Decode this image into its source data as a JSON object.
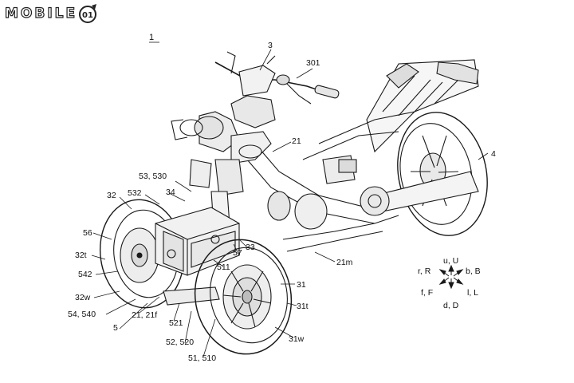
{
  "logo": {
    "wordmark": "MOBILE",
    "badge": "01"
  },
  "figure_number": "1",
  "labels": {
    "l3": "3",
    "l301": "301",
    "l21": "21",
    "l4": "4",
    "l53": "53, 530",
    "l532": "532",
    "l32": "32",
    "l34": "34",
    "l56": "56",
    "l32t": "32t",
    "l542": "542",
    "l32w": "32w",
    "l54": "54, 540",
    "l5": "5",
    "l21f": "21, 21f",
    "l521": "521",
    "l52": "52, 520",
    "l51": "51, 510",
    "l57": "57",
    "l33": "33",
    "l511": "511",
    "l21m": "21m",
    "l31": "31",
    "l31t": "31t",
    "l31w": "31w"
  },
  "compass": {
    "u": "u, U",
    "r": "r, R",
    "b": "b, B",
    "f": "f, F",
    "l": "l, L",
    "d": "d, D"
  },
  "colors": {
    "ink": "#1a1a1a",
    "shade": "#6b6b6b",
    "background": "#ffffff"
  }
}
